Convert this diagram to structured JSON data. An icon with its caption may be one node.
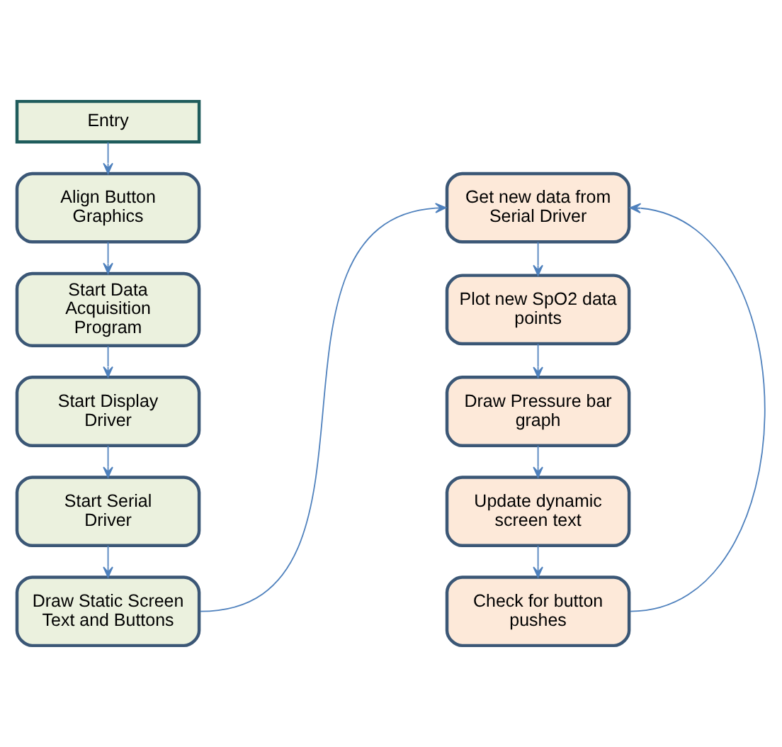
{
  "diagram": {
    "nodes": [
      {
        "text": [
          "Entry"
        ]
      },
      {
        "text": [
          "Align Button Graphics"
        ]
      },
      {
        "text": [
          "Start Data Acquisition Program"
        ]
      },
      {
        "text": [
          "Start Display Driver"
        ]
      },
      {
        "text": [
          "Start Serial Driver"
        ]
      },
      {
        "text": [
          "Draw Static Screen Text and Buttons"
        ]
      },
      {
        "text": [
          "Get new data from Serial Driver"
        ]
      },
      {
        "text": [
          "Plot new SpO2 data points"
        ]
      },
      {
        "text": [
          "Draw Pressure bar graph"
        ]
      },
      {
        "text": [
          "Update dynamic screen text"
        ]
      },
      {
        "text": [
          "Check for button pushes"
        ]
      }
    ],
    "edges": [
      {
        "from": 0,
        "to": 1,
        "arrow": "to"
      },
      {
        "from": 1,
        "to": 2,
        "arrow": "to"
      },
      {
        "from": 2,
        "to": 3,
        "arrow": "to"
      },
      {
        "from": 3,
        "to": 4,
        "arrow": "to"
      },
      {
        "from": 4,
        "to": 5,
        "arrow": "to"
      },
      {
        "from": 5,
        "to": 6,
        "arrow": "to"
      },
      {
        "from": 6,
        "to": 7,
        "arrow": "to"
      },
      {
        "from": 7,
        "to": 8,
        "arrow": "to"
      },
      {
        "from": 8,
        "to": 9,
        "arrow": "to"
      },
      {
        "from": 9,
        "to": 10,
        "arrow": "to"
      },
      {
        "from": 10,
        "to": 6,
        "arrow": "to"
      }
    ]
  }
}
